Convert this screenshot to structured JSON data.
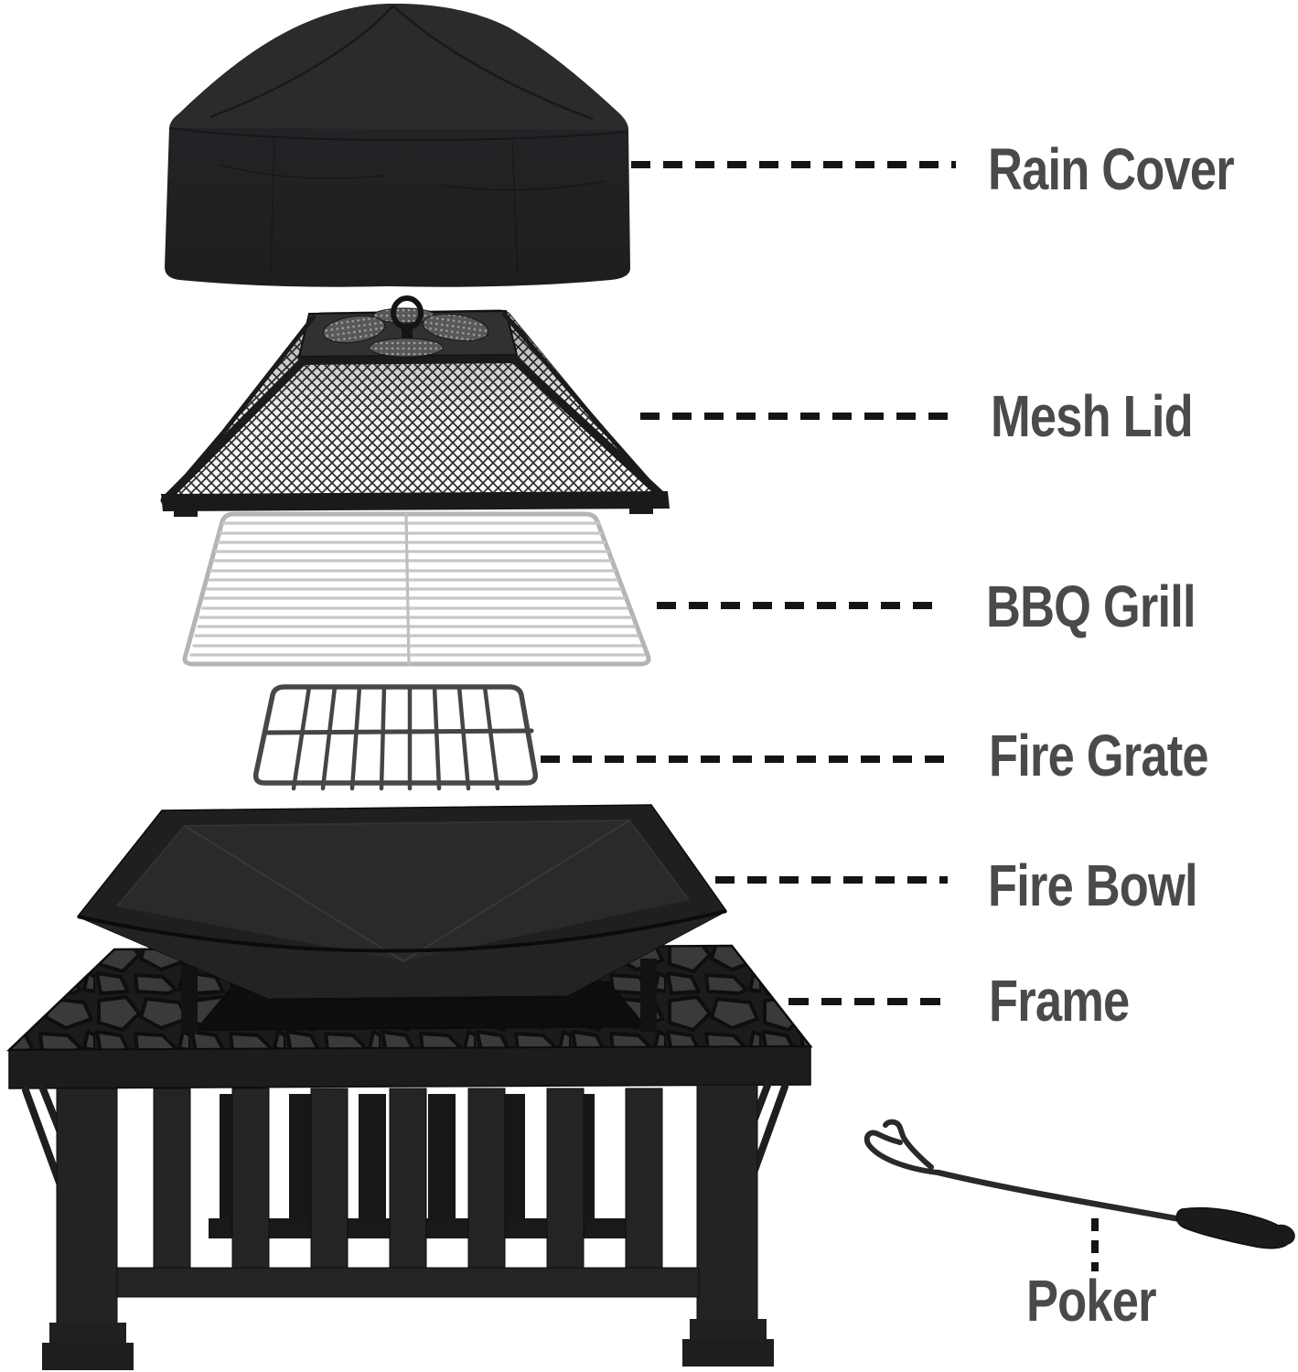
{
  "figure": {
    "kind": "exploded-parts-diagram",
    "subject": "square fire pit table",
    "background": "#ffffff"
  },
  "parts": [
    {
      "id": "rain-cover",
      "label": "Rain Cover"
    },
    {
      "id": "mesh-lid",
      "label": "Mesh Lid"
    },
    {
      "id": "bbq-grill",
      "label": "BBQ Grill"
    },
    {
      "id": "fire-grate",
      "label": "Fire Grate"
    },
    {
      "id": "fire-bowl",
      "label": "Fire Bowl"
    },
    {
      "id": "frame",
      "label": "Frame"
    },
    {
      "id": "poker",
      "label": "Poker"
    }
  ],
  "style": {
    "label_color": "#4a4a4c",
    "leader_line_color": "#141414",
    "metal_dark": "#1f1f21",
    "grill_silver": "#c7c7c9"
  }
}
